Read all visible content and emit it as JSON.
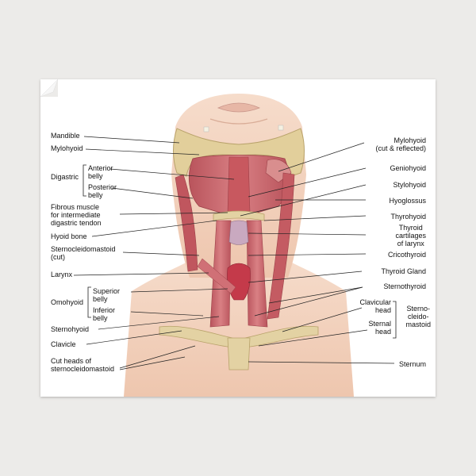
{
  "labels": {
    "left": {
      "mandible": "Mandible",
      "mylohyoid": "Mylohyoid",
      "digastric": "Digastric",
      "anterior_belly": "Anterior\nbelly",
      "posterior_belly": "Posterior\nbelly",
      "fibrous_muscle": "Fibrous muscle\nfor intermediate\ndigastric tendon",
      "hyoid_bone": "Hyoid bone",
      "sternocleidomastoid_cut": "Sternocleidomastoid\n(cut)",
      "larynx": "Larynx",
      "omohyoid": "Omohyoid",
      "superior_belly": "Superior\nbelly",
      "inferior_belly": "Inferior\nbelly",
      "sternohyoid": "Sternohyoid",
      "clavicle": "Clavicle",
      "cut_heads": "Cut heads of\nsternocleidomastoid"
    },
    "right": {
      "mylohyoid_cut": "Mylohyoid\n(cut & reflected)",
      "geniohyoid": "Geniohyoid",
      "stylohyoid": "Stylohyoid",
      "hyoglossus": "Hyoglossus",
      "thyrohyoid": "Thyrohyoid",
      "thyroid_cartilages": "Thyroid\ncartilages\nof larynx",
      "cricothyroid": "Cricothyroid",
      "thyroid_gland": "Thyroid Gland",
      "sternothyroid": "Sternothyroid",
      "clavicular_head": "Clavicular\nhead",
      "sternal_head": "Sternal\nhead",
      "sternocleidomastoid": "Sterno-\ncleido-\nmastoid",
      "sternum": "Sternum"
    }
  },
  "colors": {
    "skin": "#f3d6c2",
    "muscle": "#c9636a",
    "bone": "#e3d2a3",
    "gland": "#c43a4a",
    "leader": "#222222"
  }
}
